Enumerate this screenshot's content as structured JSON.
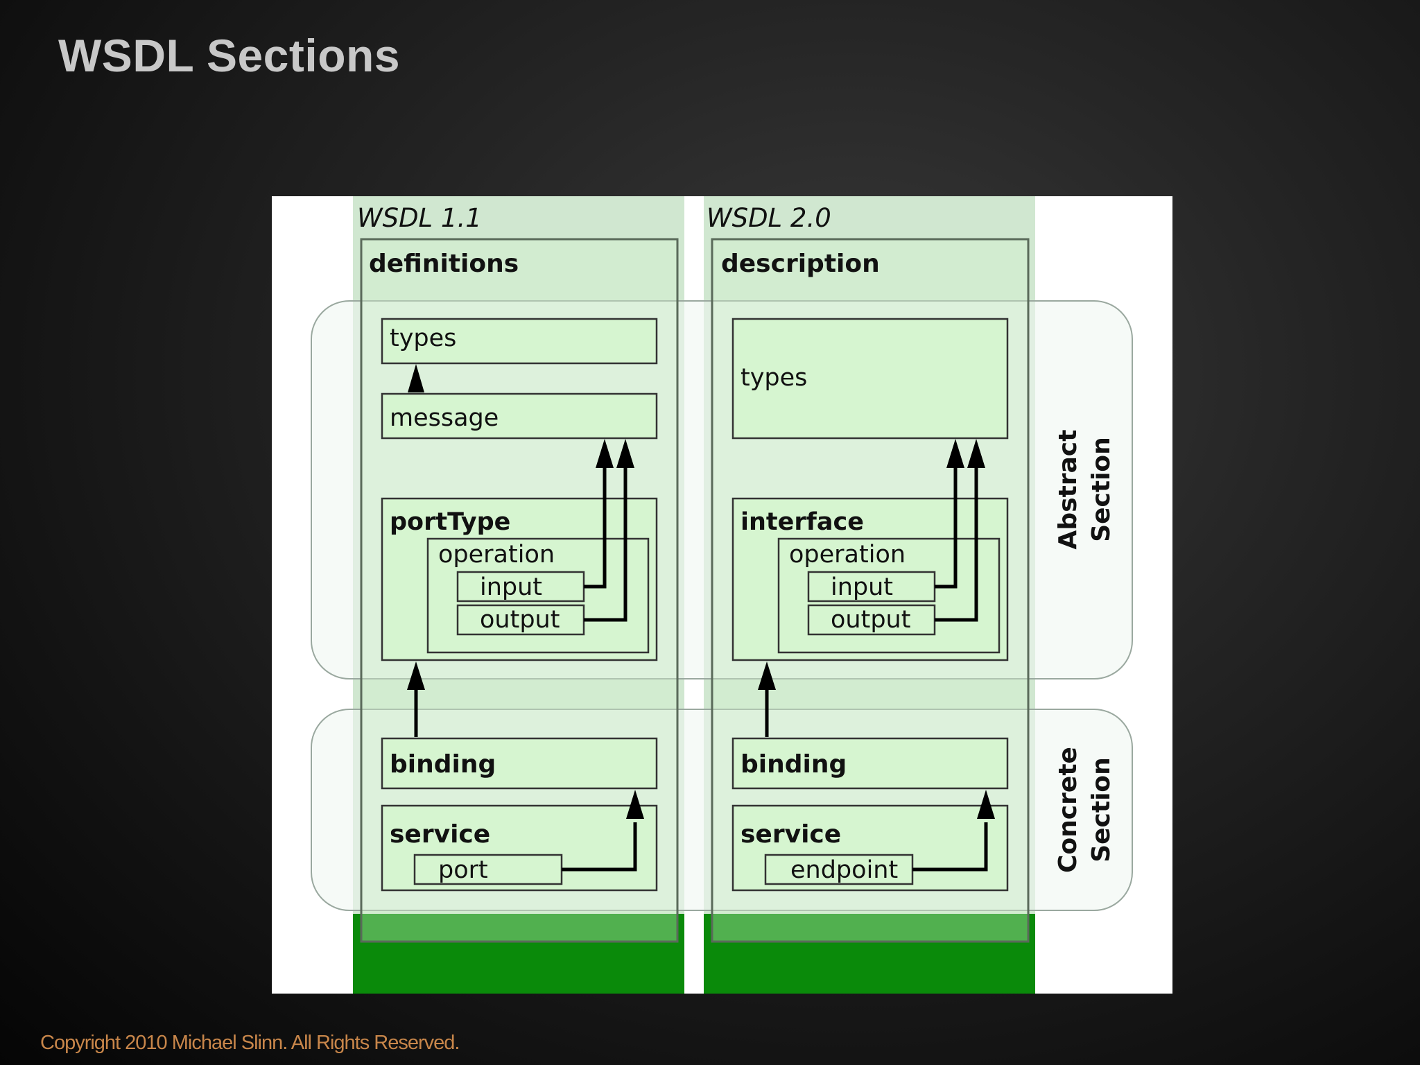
{
  "slide": {
    "title": "WSDL Sections",
    "footer": "Copyright 2010 Michael Slinn.  All Rights Reserved."
  },
  "diagram": {
    "sections": {
      "abstract_line1": "Abstract",
      "abstract_line2": "Section",
      "concrete_line1": "Concrete",
      "concrete_line2": "Section"
    },
    "wsdl11": {
      "heading": "WSDL 1.1",
      "root": "definitions",
      "types": "types",
      "message": "message",
      "port_type": "portType",
      "operation": "operation",
      "input": "input",
      "output": "output",
      "binding": "binding",
      "service": "service",
      "port": "port"
    },
    "wsdl20": {
      "heading": "WSDL 2.0",
      "root": "description",
      "types": "types",
      "interface": "interface",
      "operation": "operation",
      "input": "input",
      "output": "output",
      "binding": "binding",
      "service": "service",
      "endpoint": "endpoint"
    },
    "colors": {
      "box_fill": "#d6f5d0",
      "column_fill": "#8fc48f",
      "column_base": "#0a8a0a",
      "section_fill": "#e8f2ea",
      "stroke": "#1a1a1a"
    }
  }
}
